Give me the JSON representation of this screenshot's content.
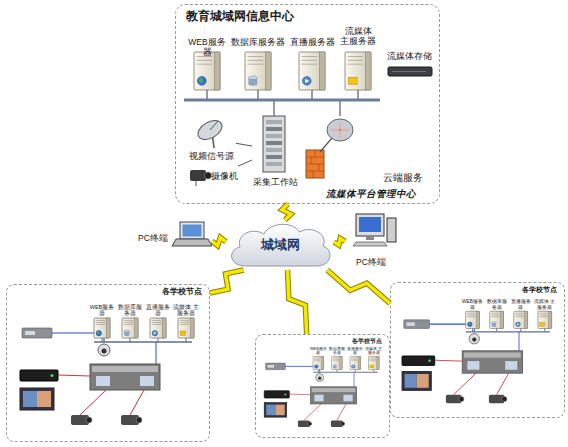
{
  "diagram": {
    "nodes": [
      {
        "text": [
          "教育城域网信息中心"
        ]
      },
      {
        "text": [
          "WEB服务器"
        ],
        "in": 0
      },
      {
        "text": [
          "数据库服务器"
        ],
        "in": 0
      },
      {
        "text": [
          "直播服务器"
        ],
        "in": 0
      },
      {
        "text": [
          "流媒体 主服务器"
        ],
        "in": 0
      },
      {
        "text": [
          "流媒体存储"
        ],
        "in": 0
      },
      {
        "text": [
          "视频信号源"
        ],
        "in": 0
      },
      {
        "text": [
          "摄像机"
        ],
        "in": 0
      },
      {
        "text": [
          "采集工作站"
        ],
        "in": 0
      },
      {
        "text": [
          "城域网"
        ]
      },
      {
        "text": [
          "PC终端"
        ]
      },
      {
        "text": [
          "PC终端"
        ]
      },
      {
        "text": [
          "各学校节点"
        ]
      },
      {
        "text": [
          "WEB服务器"
        ],
        "in": 12
      },
      {
        "text": [
          "数据库服务器"
        ],
        "in": 12
      },
      {
        "text": [
          "直播服务器"
        ],
        "in": 12
      },
      {
        "text": [
          "流媒体 主服务器"
        ],
        "in": 12
      },
      {
        "text": [
          "各学校节点"
        ]
      },
      {
        "text": [
          "WEB服务器"
        ],
        "in": 17
      },
      {
        "text": [
          "数据库服务器"
        ],
        "in": 17
      },
      {
        "text": [
          "直播服务器"
        ],
        "in": 17
      },
      {
        "text": [
          "流媒体 主服务器"
        ],
        "in": 17
      },
      {
        "text": [
          "各学校节点"
        ]
      },
      {
        "text": [
          "WEB服务器"
        ],
        "in": 22
      },
      {
        "text": [
          "数据库服务器"
        ],
        "in": 22
      },
      {
        "text": [
          "直播服务器"
        ],
        "in": 22
      },
      {
        "text": [
          "流媒体 主服务器"
        ],
        "in": 22
      }
    ],
    "edges": [
      {
        "from": 9,
        "to": 0,
        "arrow": "none"
      },
      {
        "from": 9,
        "to": 10,
        "arrow": "none"
      },
      {
        "from": 9,
        "to": 11,
        "arrow": "none"
      },
      {
        "from": 9,
        "to": 12,
        "arrow": "none"
      },
      {
        "from": 9,
        "to": 17,
        "arrow": "none"
      },
      {
        "from": 9,
        "to": 22,
        "arrow": "none"
      },
      {
        "from": 6,
        "to": 8,
        "arrow": "none"
      },
      {
        "from": 7,
        "to": 8,
        "arrow": "none"
      }
    ],
    "labels": [
      "云端服务",
      "流媒体平台管理中心"
    ]
  }
}
